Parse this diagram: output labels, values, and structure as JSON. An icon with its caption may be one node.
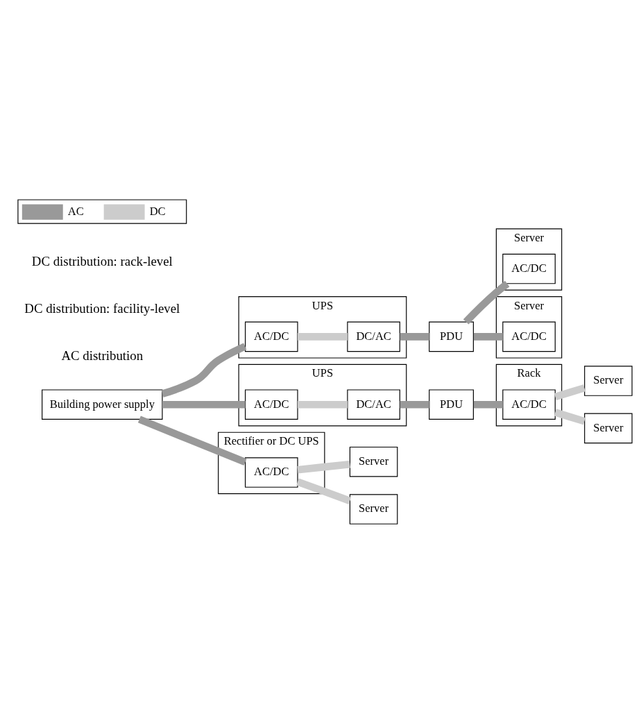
{
  "diagram": {
    "nodes": [
      {
        "text": [
          "Building power supply"
        ]
      },
      {
        "text": [
          "UPS"
        ]
      },
      {
        "text": [
          "AC/DC"
        ],
        "in": 1
      },
      {
        "text": [
          "DC/AC"
        ],
        "in": 1
      },
      {
        "text": [
          "PDU"
        ]
      },
      {
        "text": [
          "Server"
        ]
      },
      {
        "text": [
          "AC/DC"
        ],
        "in": 5
      },
      {
        "text": [
          "Server"
        ]
      },
      {
        "text": [
          "AC/DC"
        ],
        "in": 7
      },
      {
        "text": [
          "Rectifier or DC UPS"
        ]
      },
      {
        "text": [
          "AC/DC"
        ],
        "in": 9
      },
      {
        "text": [
          "Server"
        ]
      },
      {
        "text": [
          "Server"
        ]
      },
      {
        "text": [
          "UPS"
        ]
      },
      {
        "text": [
          "AC/DC"
        ],
        "in": 13
      },
      {
        "text": [
          "DC/AC"
        ],
        "in": 13
      },
      {
        "text": [
          "PDU"
        ]
      },
      {
        "text": [
          "Rack"
        ]
      },
      {
        "text": [
          "AC/DC"
        ],
        "in": 17
      },
      {
        "text": [
          "Server"
        ]
      },
      {
        "text": [
          "Server"
        ]
      }
    ],
    "edges": [
      {
        "from": 0,
        "to": 2,
        "arrow": "none"
      },
      {
        "from": 2,
        "to": 3,
        "arrow": "none",
        "color": "#cccccc"
      },
      {
        "from": 3,
        "to": 4,
        "arrow": "none"
      },
      {
        "from": 4,
        "to": 6,
        "arrow": "none"
      },
      {
        "from": 4,
        "to": 8,
        "arrow": "none"
      },
      {
        "from": 0,
        "to": 10,
        "arrow": "none"
      },
      {
        "from": 10,
        "to": 11,
        "arrow": "none",
        "color": "#cccccc"
      },
      {
        "from": 10,
        "to": 12,
        "arrow": "none",
        "color": "#cccccc"
      },
      {
        "from": 0,
        "to": 14,
        "arrow": "none"
      },
      {
        "from": 14,
        "to": 15,
        "arrow": "none",
        "color": "#cccccc"
      },
      {
        "from": 15,
        "to": 16,
        "arrow": "none"
      },
      {
        "from": 16,
        "to": 18,
        "arrow": "none"
      },
      {
        "from": 18,
        "to": 19,
        "arrow": "none",
        "color": "#cccccc"
      },
      {
        "from": 18,
        "to": 20,
        "arrow": "none",
        "color": "#cccccc"
      }
    ],
    "labels": [
      "AC distribution",
      "DC distribution: facility-level",
      "DC distribution: rack-level"
    ],
    "legend": [
      {
        "text": "AC",
        "color": "#999999"
      },
      {
        "text": "DC",
        "color": "#cccccc"
      }
    ]
  }
}
